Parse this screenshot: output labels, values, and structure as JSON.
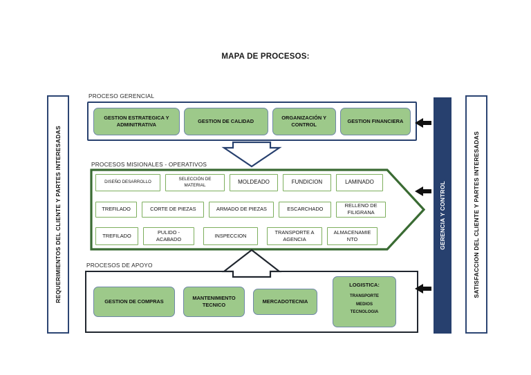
{
  "title": "MAPA DE PROCESOS:",
  "side_bars": {
    "left": {
      "label": "REQUERIMIENTOS DEL CLIENTE Y PARTES INTERESADAS"
    },
    "control": {
      "label": "GERENCIA Y CONTROL"
    },
    "right": {
      "label": "SATISFACCION DEL CLIENTE Y PARTES INTERESADAS"
    }
  },
  "sections": {
    "gerencial": {
      "caption": "PROCESO GERENCIAL",
      "boxes": [
        "GESTION ESTRATEGICA Y ADMINITRATIVA",
        "GESTION DE CALIDAD",
        "ORGANIZACIÓN Y CONTROL",
        "GESTION FINANCIERA"
      ]
    },
    "operativos": {
      "caption": "PROCESOS MISIONALES - OPERATIVOS",
      "rows": [
        [
          "DISEÑO DESARROLLO",
          "SELECCIÓN DE MATERIAL",
          "MOLDEADO",
          "FUNDICION",
          "LAMINADO"
        ],
        [
          "TREFILADO",
          "CORTE DE PIEZAS",
          "ARMADO DE PIEZAS",
          "ESCARCHADO",
          "RELLENO  DE FILIGRANA"
        ],
        [
          "TREFILADO",
          "PULIDO - ACABADO",
          "INSPECCION",
          "TRANSPORTE A AGENCIA",
          "ALMACENAMIE NTO"
        ]
      ]
    },
    "apoyo": {
      "caption": "PROCESOS DE APOYO",
      "boxes": [
        "GESTION DE COMPRAS",
        "MANTENIMIENTO TECNICO",
        "MERCADOTECNIA"
      ],
      "logistica": {
        "title": "LOGISTICA:",
        "items": "TRANSPORTE\nMEDIOS\nTECNOLOGIA"
      }
    }
  },
  "colors": {
    "navy": "#27406E",
    "green_fill": "#9DC98A",
    "green_border": "#7CAE5C",
    "dark_green": "#3A6B33",
    "dark_outline": "#20262E",
    "arrow_black": "#111111"
  }
}
